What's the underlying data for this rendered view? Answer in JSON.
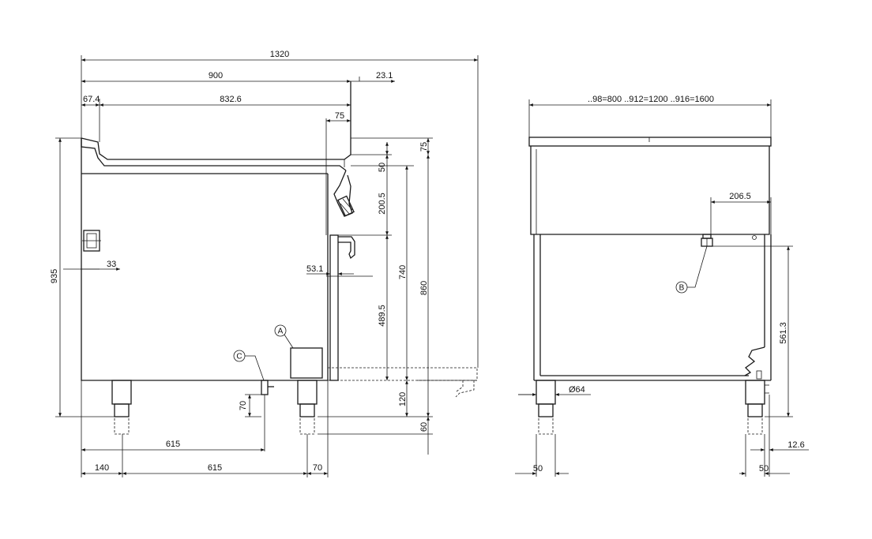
{
  "front_view": {
    "dims": {
      "overall_width": "1320",
      "top_width": "900",
      "flue_offset": "23.1",
      "left_inset": "67.4",
      "inner_width": "832.6",
      "tap_clearance": "75",
      "top_rim": "75",
      "rim_drop": "50",
      "tap_height": "200.5",
      "handle_height": "489.5",
      "inner_height": "740",
      "body_height": "860",
      "overall_height": "935",
      "valve_depth": "33",
      "handle_depth": "53.1",
      "foot_clearance": "120",
      "foot_adjust": "60",
      "drain_height": "70",
      "drain_x": "615",
      "leg_left": "140",
      "leg_spacing": "615",
      "leg_right": "70"
    },
    "callouts": {
      "a": "A",
      "c": "C"
    }
  },
  "side_view": {
    "dims": {
      "depth_variants": "..98=800  ..912=1200  ..916=1600",
      "outlet_offset": "206.5",
      "outlet_height": "561.3",
      "foot_diameter": "Ø64",
      "leg_left": "50",
      "leg_right": "50",
      "rear_offset": "12.6"
    },
    "callouts": {
      "b": "B"
    }
  }
}
